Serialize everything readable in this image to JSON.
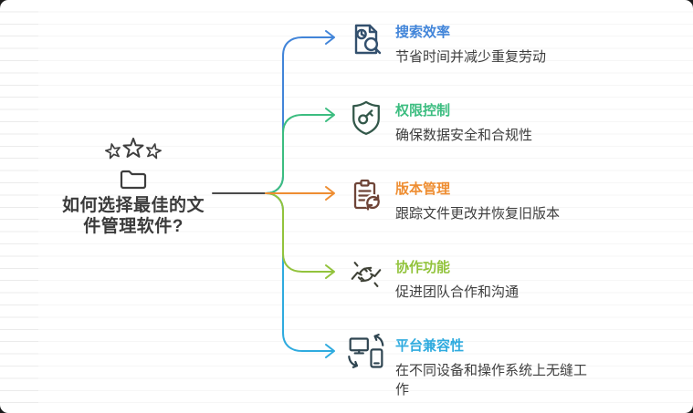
{
  "central": {
    "title": "如何选择最佳的文件管理软件?",
    "icon_stars": "three-stars-icon",
    "icon_folder": "folder-icon"
  },
  "branches": [
    {
      "title": "搜索效率",
      "description": "节省时间并减少重复劳动",
      "color": "#4285d9",
      "icon": "document-search-clock-icon",
      "icon_color": "#33506e"
    },
    {
      "title": "权限控制",
      "description": "确保数据安全和合规性",
      "color": "#3cbd80",
      "icon": "shield-key-icon",
      "icon_color": "#33584a"
    },
    {
      "title": "版本管理",
      "description": "跟踪文件更改并恢复旧版本",
      "color": "#ee8d31",
      "icon": "clipboard-refresh-icon",
      "icon_color": "#6e4437"
    },
    {
      "title": "协作功能",
      "description": "促进团队合作和沟通",
      "color": "#92c33c",
      "icon": "handshake-icon",
      "icon_color": "#3f4237"
    },
    {
      "title": "平台兼容性",
      "description": "在不同设备和操作系统上无缝工作",
      "color": "#2fabdf",
      "icon": "devices-sync-icon",
      "icon_color": "#2e4450"
    }
  ],
  "colors": {
    "stem": "#4a4a4a",
    "central_icon": "#3d3d3d",
    "central_text": "#3a3a3a",
    "description_text": "#3e3e3e",
    "background": "#ffffff"
  }
}
